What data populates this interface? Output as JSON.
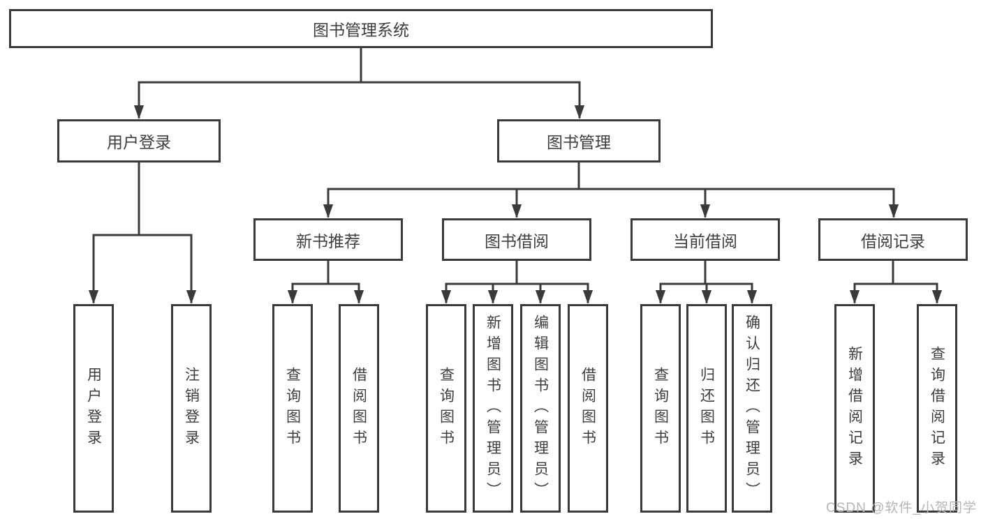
{
  "diagram": {
    "root": {
      "label": "图书管理系统"
    },
    "level2": [
      {
        "label": "用户登录"
      },
      {
        "label": "图书管理"
      }
    ],
    "level3": [
      {
        "label": "新书推荐",
        "parent": "图书管理"
      },
      {
        "label": "图书借阅",
        "parent": "图书管理"
      },
      {
        "label": "当前借阅",
        "parent": "图书管理"
      },
      {
        "label": "借阅记录",
        "parent": "图书管理"
      }
    ],
    "leaves": [
      {
        "label": "用户登录",
        "parent": "用户登录"
      },
      {
        "label": "注销登录",
        "parent": "用户登录"
      },
      {
        "label": "查询图书",
        "parent": "新书推荐"
      },
      {
        "label": "借阅图书",
        "parent": "新书推荐"
      },
      {
        "label": "查询图书",
        "parent": "图书借阅"
      },
      {
        "label": "新增图书（管理员）",
        "parent": "图书借阅"
      },
      {
        "label": "编辑图书（管理员）",
        "parent": "图书借阅"
      },
      {
        "label": "借阅图书",
        "parent": "图书借阅"
      },
      {
        "label": "查询图书",
        "parent": "当前借阅"
      },
      {
        "label": "归还图书",
        "parent": "当前借阅"
      },
      {
        "label": "确认归还（管理员）",
        "parent": "当前借阅"
      },
      {
        "label": "新增借阅记录",
        "parent": "借阅记录"
      },
      {
        "label": "查询借阅记录",
        "parent": "借阅记录"
      }
    ]
  },
  "watermark": {
    "text": "CSDN @软件_小贺同学"
  },
  "colors": {
    "line": "#3a3a3a",
    "text": "#3d3d3d",
    "background": "#ffffff",
    "watermark": "#b5b5b5"
  }
}
